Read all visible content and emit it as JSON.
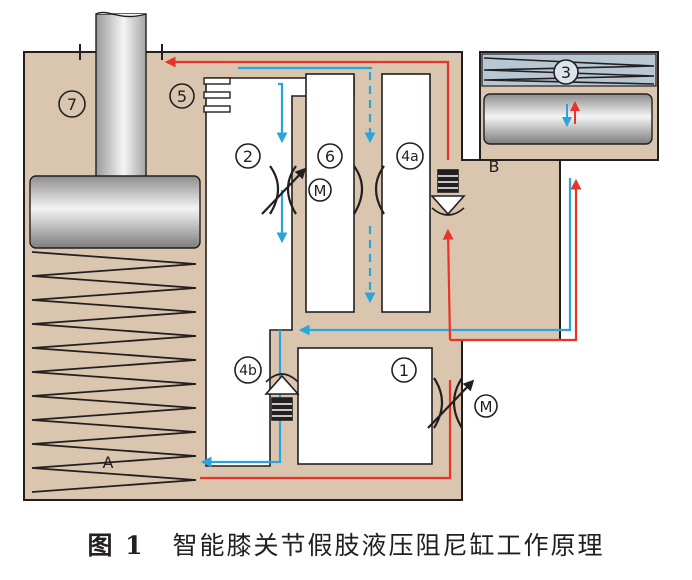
{
  "colors": {
    "housing": "#dac6ae",
    "outline": "#231f20",
    "chamber_fill": "#ffffff",
    "pressure_line": "#e8332a",
    "return_line": "#2aa4dd",
    "spring_chamber": "#b7c8d4"
  },
  "labels": {
    "chamber_7": "7",
    "chamber_5": "5",
    "valve_2": "2",
    "valve_6": "6",
    "check_4a": "4a",
    "check_4b": "4b",
    "valve_1": "1",
    "spring_3": "3",
    "motor_top": "M",
    "motor_bottom": "M",
    "chamber_A": "A",
    "chamber_B": "B"
  },
  "caption": {
    "figure_number": "图 1",
    "title": "智能膝关节假肢液压阻尼缸工作原理"
  }
}
